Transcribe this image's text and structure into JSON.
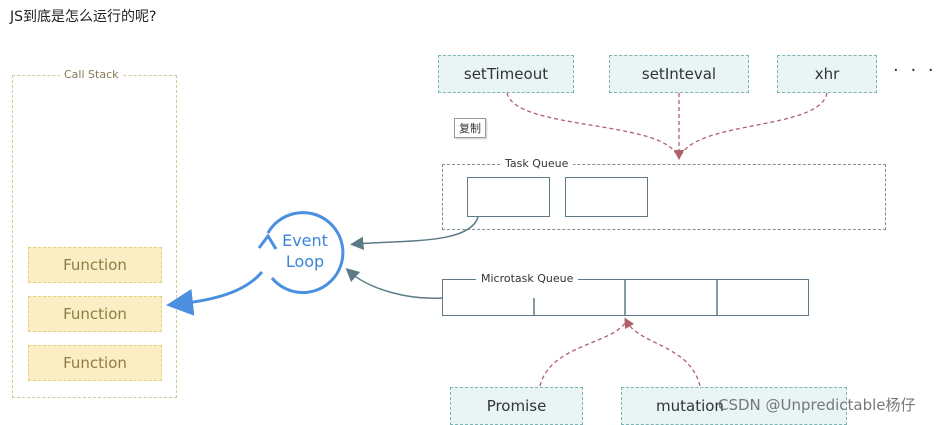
{
  "title": "JS到底是怎么运行的呢?",
  "call_stack": {
    "label": "Call Stack",
    "functions": [
      "Function",
      "Function",
      "Function"
    ]
  },
  "event_loop": {
    "line1": "Event",
    "line2": "Loop"
  },
  "sources": [
    "setTimeout",
    "setInteval",
    "xhr"
  ],
  "more": "· · ·",
  "copy_button": "复制",
  "task_queue": {
    "label": "Task Queue"
  },
  "microtask_queue": {
    "label": "Microtask Queue"
  },
  "micro_sources": [
    "Promise",
    "mutation"
  ],
  "watermark": "CSDN @Unpredictable杨仔",
  "colors": {
    "event_loop_blue": "#4a8fe0",
    "dashed_red_arrow": "#b0606a",
    "queue_border": "#5d7a86",
    "function_fill": "#fbedc4"
  }
}
